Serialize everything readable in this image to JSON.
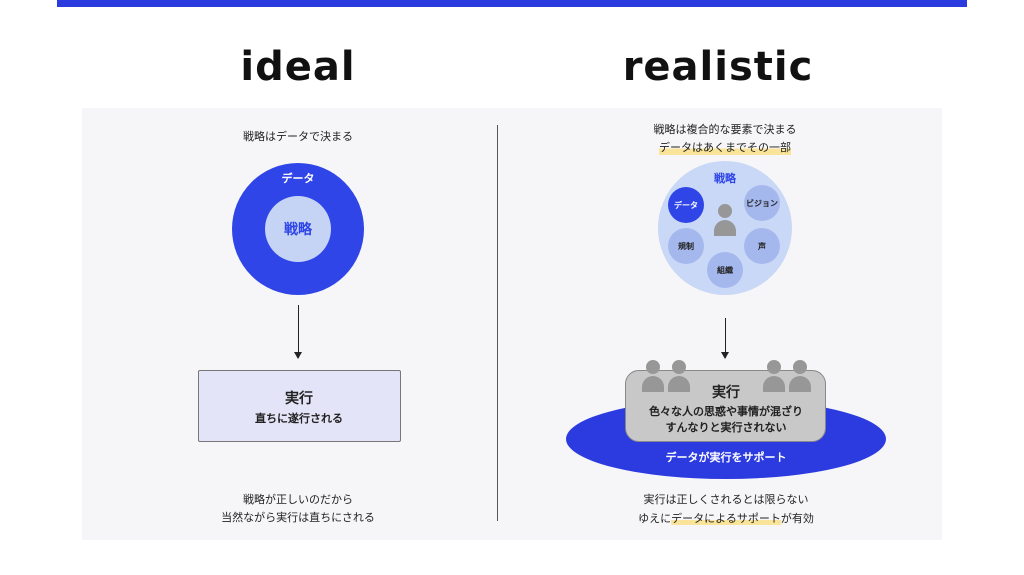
{
  "ideal": {
    "title": "ideal",
    "caption": "戦略はデータで決まる",
    "outer_label": "データ",
    "inner_label": "戦略",
    "box_title": "実行",
    "box_sub": "直ちに遂行される",
    "footer_1": "戦略が正しいのだから",
    "footer_2": "当然ながら実行は直ちにされる"
  },
  "realistic": {
    "title": "realistic",
    "caption_1": "戦略は複合的な要素で決まる",
    "caption_2": "データはあくまでその一部",
    "circle_label": "戦略",
    "factors": [
      "データ",
      "ビジョン",
      "規制",
      "声",
      "組織"
    ],
    "box_title": "実行",
    "box_sub_1": "色々な人の思惑や事情が混ざり",
    "box_sub_2": "すんなりと実行されない",
    "support_label": "データが実行をサポート",
    "footer_1": "実行は正しくされるとは限らない",
    "footer_2_pre": "ゆえに",
    "footer_2_hl": "データによるサポート",
    "footer_2_post": "が有効"
  },
  "colors": {
    "accent": "#2c3be0",
    "light": "#c9d8f6",
    "highlight": "#f9e49a"
  }
}
